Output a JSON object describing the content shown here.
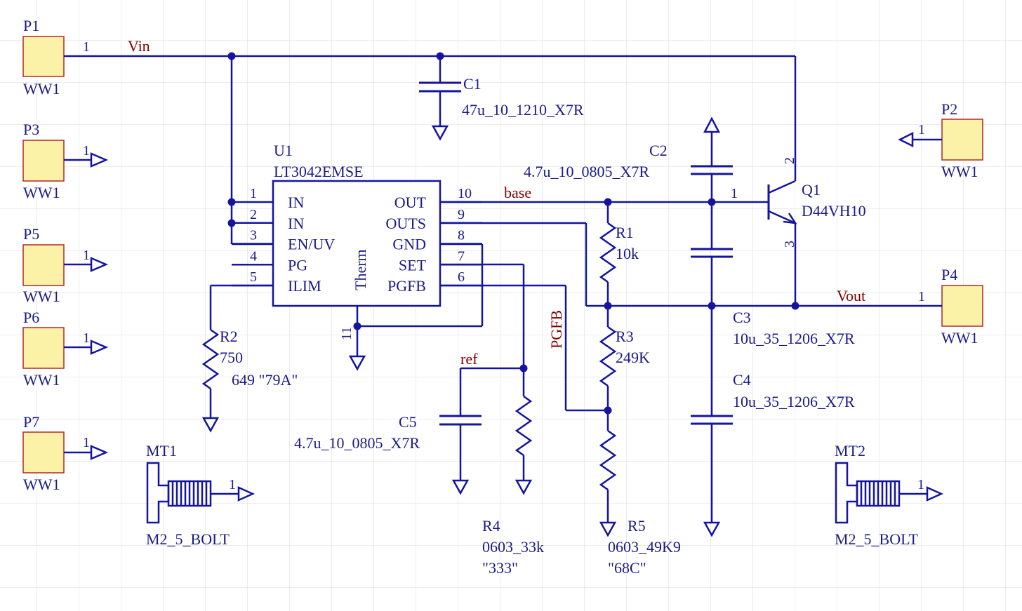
{
  "connectors": {
    "p1": {
      "ref": "P1",
      "pin": "1",
      "value": "WW1"
    },
    "p2": {
      "ref": "P2",
      "pin": "1",
      "value": "WW1"
    },
    "p3": {
      "ref": "P3",
      "pin": "1",
      "value": "WW1"
    },
    "p4": {
      "ref": "P4",
      "pin": "1",
      "value": "WW1"
    },
    "p5": {
      "ref": "P5",
      "pin": "1",
      "value": "WW1"
    },
    "p6": {
      "ref": "P6",
      "pin": "1",
      "value": "WW1"
    },
    "p7": {
      "ref": "P7",
      "pin": "1",
      "value": "WW1"
    }
  },
  "mounting": {
    "mt1": {
      "ref": "MT1",
      "pin": "1",
      "value": "M2_5_BOLT"
    },
    "mt2": {
      "ref": "MT2",
      "pin": "1",
      "value": "M2_5_BOLT"
    }
  },
  "nets": {
    "vin": "Vin",
    "vout": "Vout",
    "base": "base",
    "ref": "ref",
    "pgfb": "PGFB"
  },
  "u1": {
    "ref": "U1",
    "part": "LT3042EMSE",
    "therm": "Therm",
    "left_pins": [
      {
        "num": "1",
        "name": "IN"
      },
      {
        "num": "2",
        "name": "IN"
      },
      {
        "num": "3",
        "name": "EN/UV"
      },
      {
        "num": "4",
        "name": "PG"
      },
      {
        "num": "5",
        "name": "ILIM"
      }
    ],
    "right_pins": [
      {
        "num": "10",
        "name": "OUT"
      },
      {
        "num": "9",
        "name": "OUTS"
      },
      {
        "num": "8",
        "name": "GND"
      },
      {
        "num": "7",
        "name": "SET"
      },
      {
        "num": "6",
        "name": "PGFB"
      }
    ],
    "bottom_pin": "11"
  },
  "q1": {
    "ref": "Q1",
    "part": "D44VH10",
    "pin_b": "1",
    "pin_c": "2",
    "pin_e": "3"
  },
  "capacitors": {
    "c1": {
      "ref": "C1",
      "value": "47u_10_1210_X7R"
    },
    "c2": {
      "ref": "C2",
      "value": "4.7u_10_0805_X7R"
    },
    "c3": {
      "ref": "C3",
      "value": "10u_35_1206_X7R"
    },
    "c4": {
      "ref": "C4",
      "value": "10u_35_1206_X7R"
    },
    "c5": {
      "ref": "C5",
      "value": "4.7u_10_0805_X7R"
    }
  },
  "resistors": {
    "r1": {
      "ref": "R1",
      "value": "10k"
    },
    "r2": {
      "ref": "R2",
      "value": "750",
      "note": "649 \"79A\""
    },
    "r3": {
      "ref": "R3",
      "value": "249K"
    },
    "r4": {
      "ref": "R4",
      "value": "0603_33k",
      "note": "\"333\""
    },
    "r5": {
      "ref": "R5",
      "value": "0603_49K9",
      "note": "\"68C\""
    }
  },
  "colors": {
    "wire": "#1414a0",
    "text": "#1a1a8a",
    "net": "#800000",
    "pad_fill": "#fbf1a7",
    "pad_stroke": "#b02828",
    "grid": "#dcdcdc"
  }
}
